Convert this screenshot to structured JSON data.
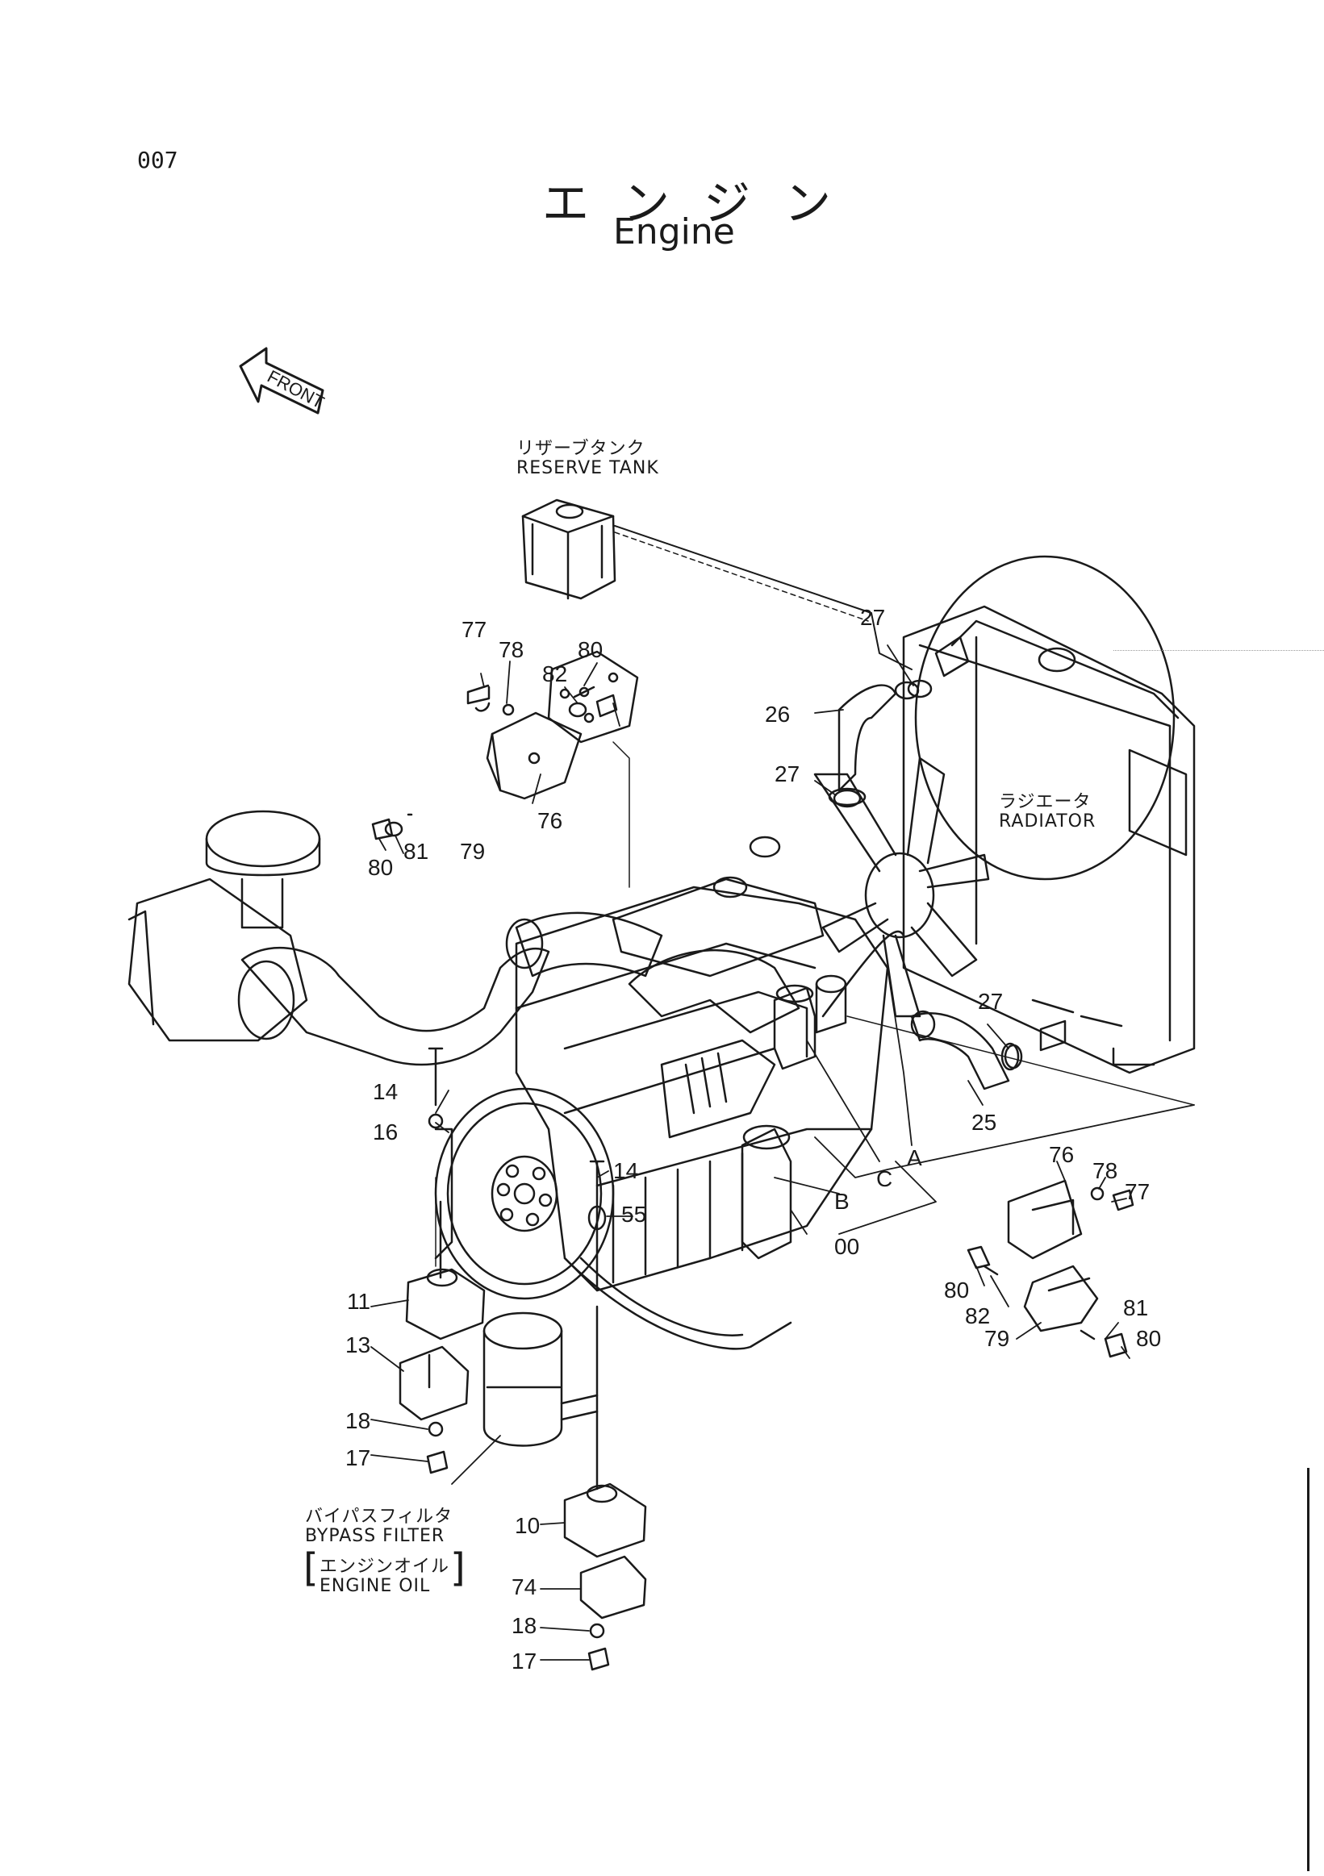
{
  "page_number": "007",
  "title_jp": "エンジン",
  "title_en": "Engine",
  "front_marker": "FRONT",
  "components": {
    "reserve_tank": {
      "jp": "リザーブタンク",
      "en": "RESERVE TANK"
    },
    "radiator": {
      "jp": "ラジエータ",
      "en": "RADIATOR"
    },
    "bypass_filter": {
      "jp": "バイパスフィルタ",
      "en": "BYPASS FILTER",
      "note_jp": "エンジンオイル",
      "note_en": "ENGINE OIL"
    }
  },
  "callouts": [
    {
      "id": "c77a",
      "text": "77"
    },
    {
      "id": "c78a",
      "text": "78"
    },
    {
      "id": "c80a",
      "text": "80"
    },
    {
      "id": "c82a",
      "text": "82"
    },
    {
      "id": "c27a",
      "text": "27"
    },
    {
      "id": "c26",
      "text": "26"
    },
    {
      "id": "c27b",
      "text": "27"
    },
    {
      "id": "c76a",
      "text": "76"
    },
    {
      "id": "c79a",
      "text": "79"
    },
    {
      "id": "c81a",
      "text": "81"
    },
    {
      "id": "c80b",
      "text": "80"
    },
    {
      "id": "c27c",
      "text": "27"
    },
    {
      "id": "c25",
      "text": "25"
    },
    {
      "id": "c14a",
      "text": "14"
    },
    {
      "id": "c16",
      "text": "16"
    },
    {
      "id": "c14b",
      "text": "14"
    },
    {
      "id": "c55",
      "text": "55"
    },
    {
      "id": "cA",
      "text": "A"
    },
    {
      "id": "cC",
      "text": "C"
    },
    {
      "id": "cB",
      "text": "B"
    },
    {
      "id": "c00",
      "text": "00"
    },
    {
      "id": "c76b",
      "text": "76"
    },
    {
      "id": "c78b",
      "text": "78"
    },
    {
      "id": "c77b",
      "text": "77"
    },
    {
      "id": "c80c",
      "text": "80"
    },
    {
      "id": "c82b",
      "text": "82"
    },
    {
      "id": "c81b",
      "text": "81"
    },
    {
      "id": "c79b",
      "text": "79"
    },
    {
      "id": "c80d",
      "text": "80"
    },
    {
      "id": "c11",
      "text": "11"
    },
    {
      "id": "c13",
      "text": "13"
    },
    {
      "id": "c18a",
      "text": "18"
    },
    {
      "id": "c17a",
      "text": "17"
    },
    {
      "id": "c10",
      "text": "10"
    },
    {
      "id": "c74",
      "text": "74"
    },
    {
      "id": "c18b",
      "text": "18"
    },
    {
      "id": "c17b",
      "text": "17"
    }
  ]
}
